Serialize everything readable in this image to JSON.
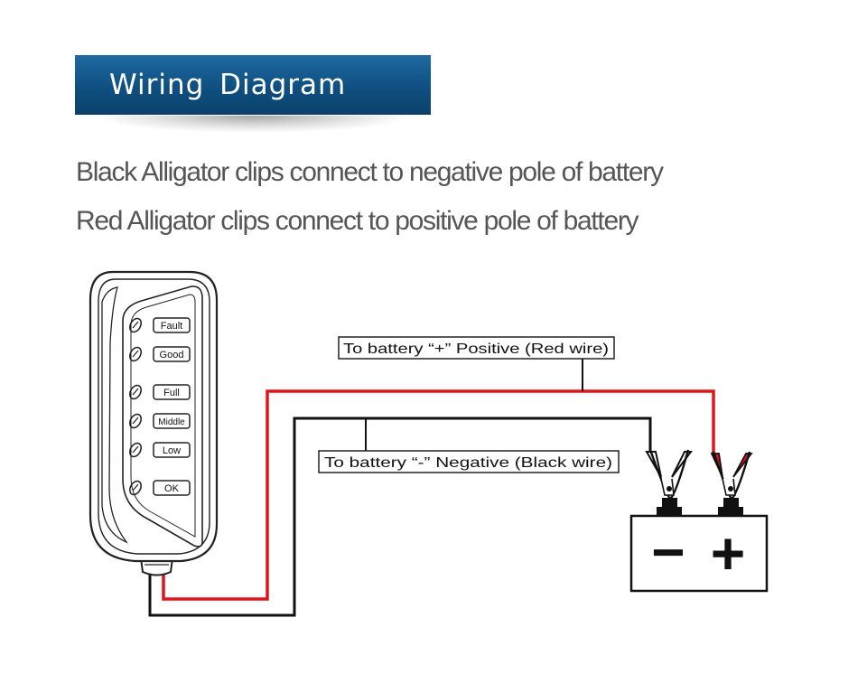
{
  "header": {
    "title": "Wiring  Diagram"
  },
  "instructions": [
    "Black Alligator clips connect to negative pole of battery",
    "Red Alligator clips connect to positive pole of battery"
  ],
  "device": {
    "indicators": [
      {
        "label": "Fault"
      },
      {
        "label": "Good"
      },
      {
        "label": "Full"
      },
      {
        "label": "Middle"
      },
      {
        "label": "Low"
      },
      {
        "label": "OK"
      }
    ]
  },
  "wires": {
    "red_label": "To battery “+” Positive (Red wire)",
    "black_label": "To battery “-” Negative (Black wire)",
    "red_color": "#e0141b",
    "black_color": "#111111"
  },
  "battery": {
    "negative_symbol": "−",
    "positive_symbol": "+"
  }
}
